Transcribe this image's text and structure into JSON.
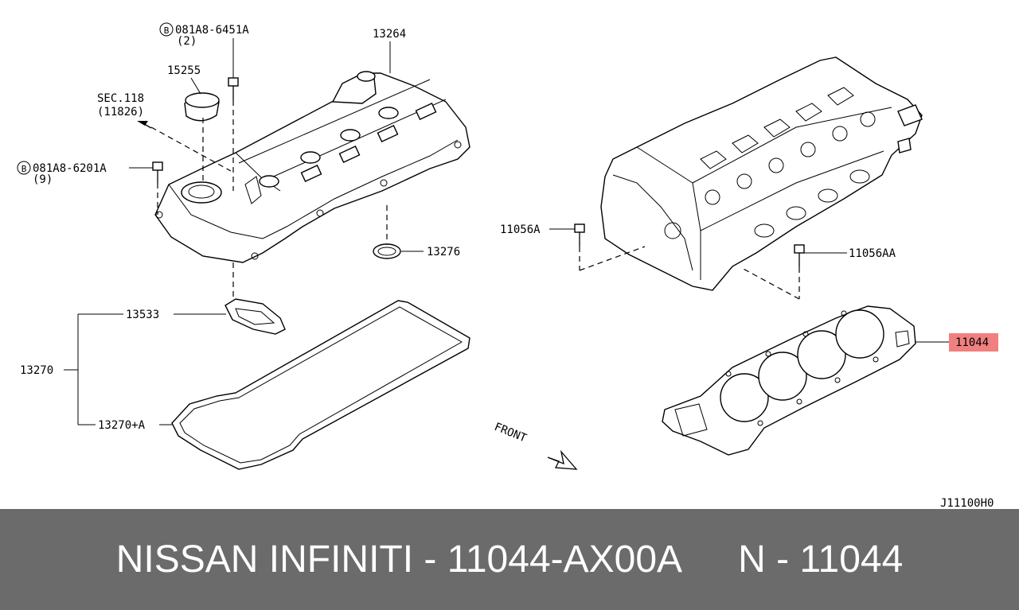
{
  "diagram": {
    "drawing_code": "J11100H0",
    "labels": {
      "bolt_cover_upper": "081A8-6451A",
      "bolt_cover_upper_qty": "(2)",
      "bolt_cover_left": "081A8-6201A",
      "bolt_cover_left_qty": "(9)",
      "rocker_cover": "13264",
      "oil_filler_cap": "15255",
      "sec_ref": "SEC.118",
      "sec_ref_part": "(11826)",
      "plug_tube_seal": "13276",
      "cover_gasket_group": "13270",
      "cover_gasket_small": "13533",
      "cover_gasket_large": "13270+A",
      "head_bolt_a": "11056A",
      "head_bolt_aa": "11056AA",
      "head_gasket": "11044",
      "front_marker": "FRONT"
    },
    "bolt_symbol": "B",
    "highlight_color": "#f08080"
  },
  "footer": {
    "brand": "NISSAN INFINITI",
    "part_number": "11044-AX00A",
    "ref": "N - 11044",
    "separator": " - "
  }
}
